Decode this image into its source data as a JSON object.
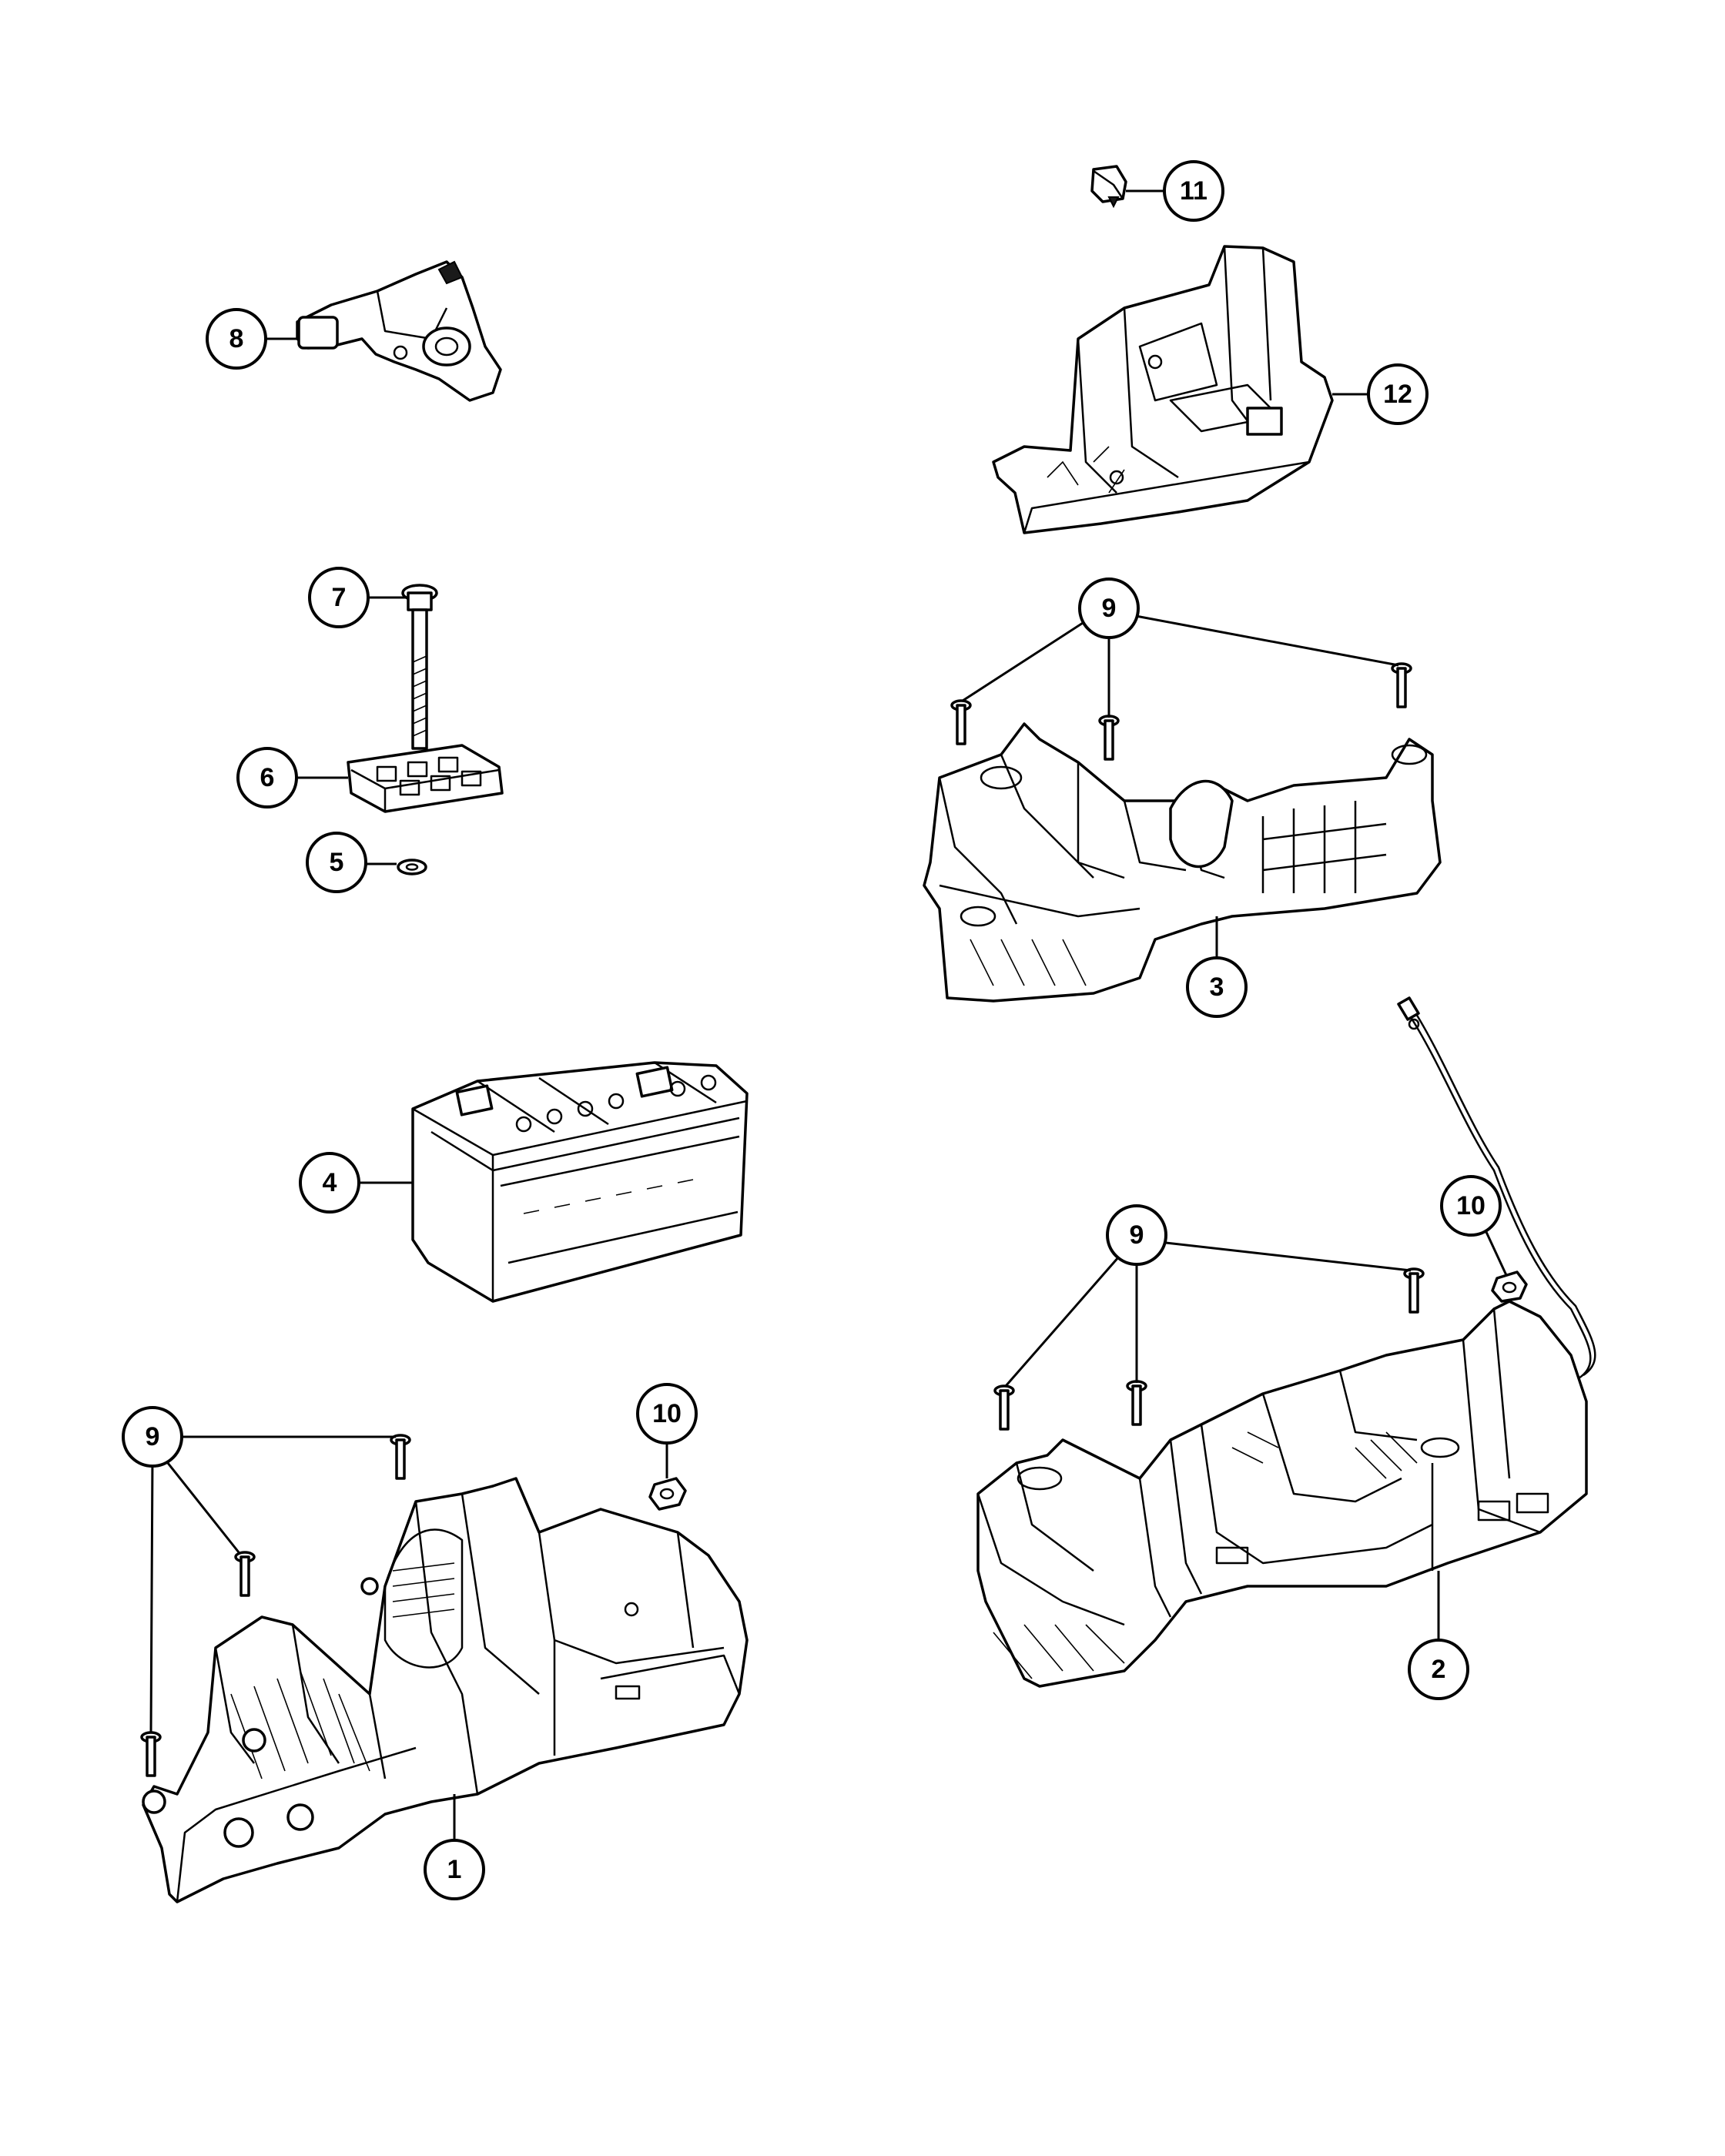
{
  "callouts": {
    "c1": "1",
    "c2": "2",
    "c3": "3",
    "c4": "4",
    "c5": "5",
    "c6": "6",
    "c7": "7",
    "c8": "8",
    "c9": "9",
    "c10": "10",
    "c11": "11",
    "c12": "12"
  },
  "colors": {
    "line": "#000000",
    "background": "#ffffff"
  },
  "parts": [
    "battery-tray-lower-left",
    "battery-tray-lower-right",
    "battery-tray-mid-right",
    "battery",
    "washer",
    "hold-down-clamp",
    "hold-down-bolt",
    "battery-sensor",
    "tray-bolt",
    "nut",
    "clip",
    "battery-cover"
  ]
}
